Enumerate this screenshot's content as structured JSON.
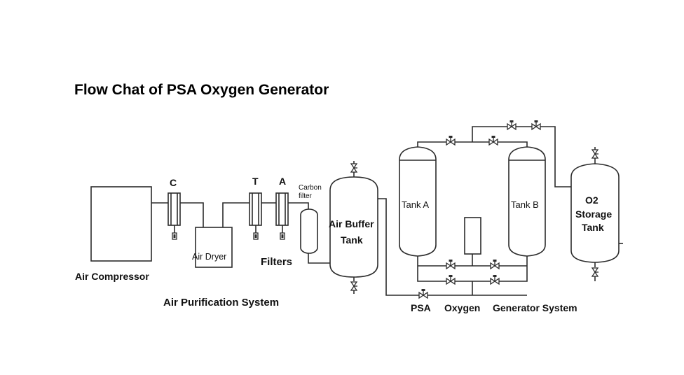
{
  "title": "Flow Chat of PSA Oxygen Generator",
  "labels": {
    "air_compressor": "Air Compressor",
    "air_dryer": "Air Dryer",
    "filter_c": "C",
    "filter_t": "T",
    "filter_a": "A",
    "carbon_filter_line1": "Carbon",
    "carbon_filter_line2": "filter",
    "filters": "Filters",
    "air_buffer_line1": "Air Buffer",
    "air_buffer_line2": "Tank",
    "tank_a": "Tank A",
    "tank_b": "Tank B",
    "o2_line1": "O2",
    "o2_line2": "Storage",
    "o2_line3": "Tank",
    "air_purification_system": "Air Purification System",
    "psa": "PSA",
    "oxygen": "Oxygen",
    "generator_system": "Generator System"
  }
}
